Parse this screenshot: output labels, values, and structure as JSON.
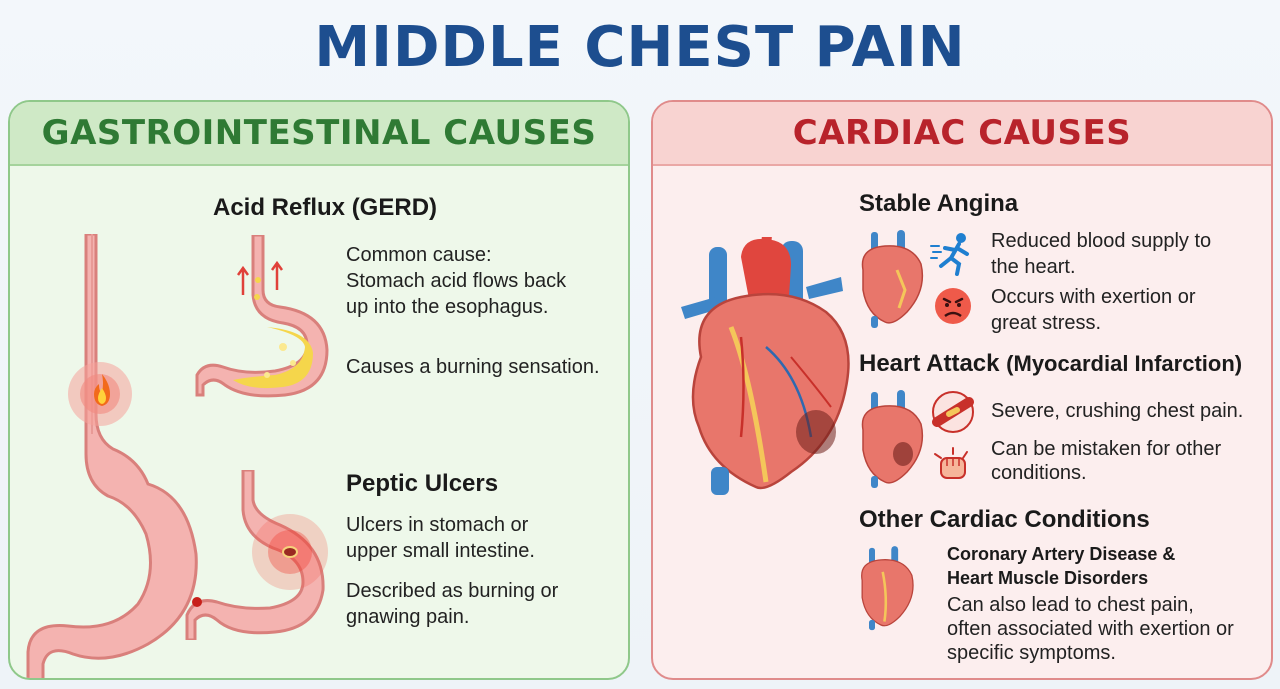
{
  "title": "MIDDLE CHEST PAIN",
  "gi": {
    "heading": "GASTROINTESTINAL CAUSES",
    "gerd": {
      "title": "Acid Reflux (GERD)",
      "line1": "Common cause:",
      "line2": "Stomach acid flows back",
      "line3": "up into the esophagus.",
      "line4": "Causes a burning sensation."
    },
    "ulcers": {
      "title": "Peptic Ulcers",
      "line1": "Ulcers in stomach or",
      "line2": "upper small intestine.",
      "line3": "Described as burning or",
      "line4": "gnawing pain."
    }
  },
  "cardiac": {
    "heading": "CARDIAC CAUSES",
    "angina": {
      "title": "Stable Angina",
      "line1": "Reduced blood supply to",
      "line2": "the heart.",
      "line3": "Occurs with exertion or",
      "line4": "great stress."
    },
    "attack": {
      "title": "Heart Attack",
      "title_paren": "(Myocardial Infarction)",
      "line1": "Severe, crushing chest pain.",
      "line2": "Can be mistaken for other",
      "line3": "conditions."
    },
    "other": {
      "title": "Other Cardiac Conditions",
      "sub1": "Coronary Artery Disease &",
      "sub2": "Heart Muscle Disorders",
      "line1": "Can also lead to chest pain,",
      "line2": "often associated with exertion or",
      "line3": "specific symptoms."
    }
  },
  "colors": {
    "title": "#1d4e8f",
    "gi_accent": "#2f7a34",
    "cardiac_accent": "#b8232b"
  },
  "icons": [
    "esophagus-stomach-icon",
    "fire-icon",
    "reflux-stomach-icon",
    "ulcer-stomach-icon",
    "heart-icon",
    "running-person-icon",
    "stressed-face-icon",
    "blocked-artery-icon",
    "clenched-fist-icon"
  ]
}
